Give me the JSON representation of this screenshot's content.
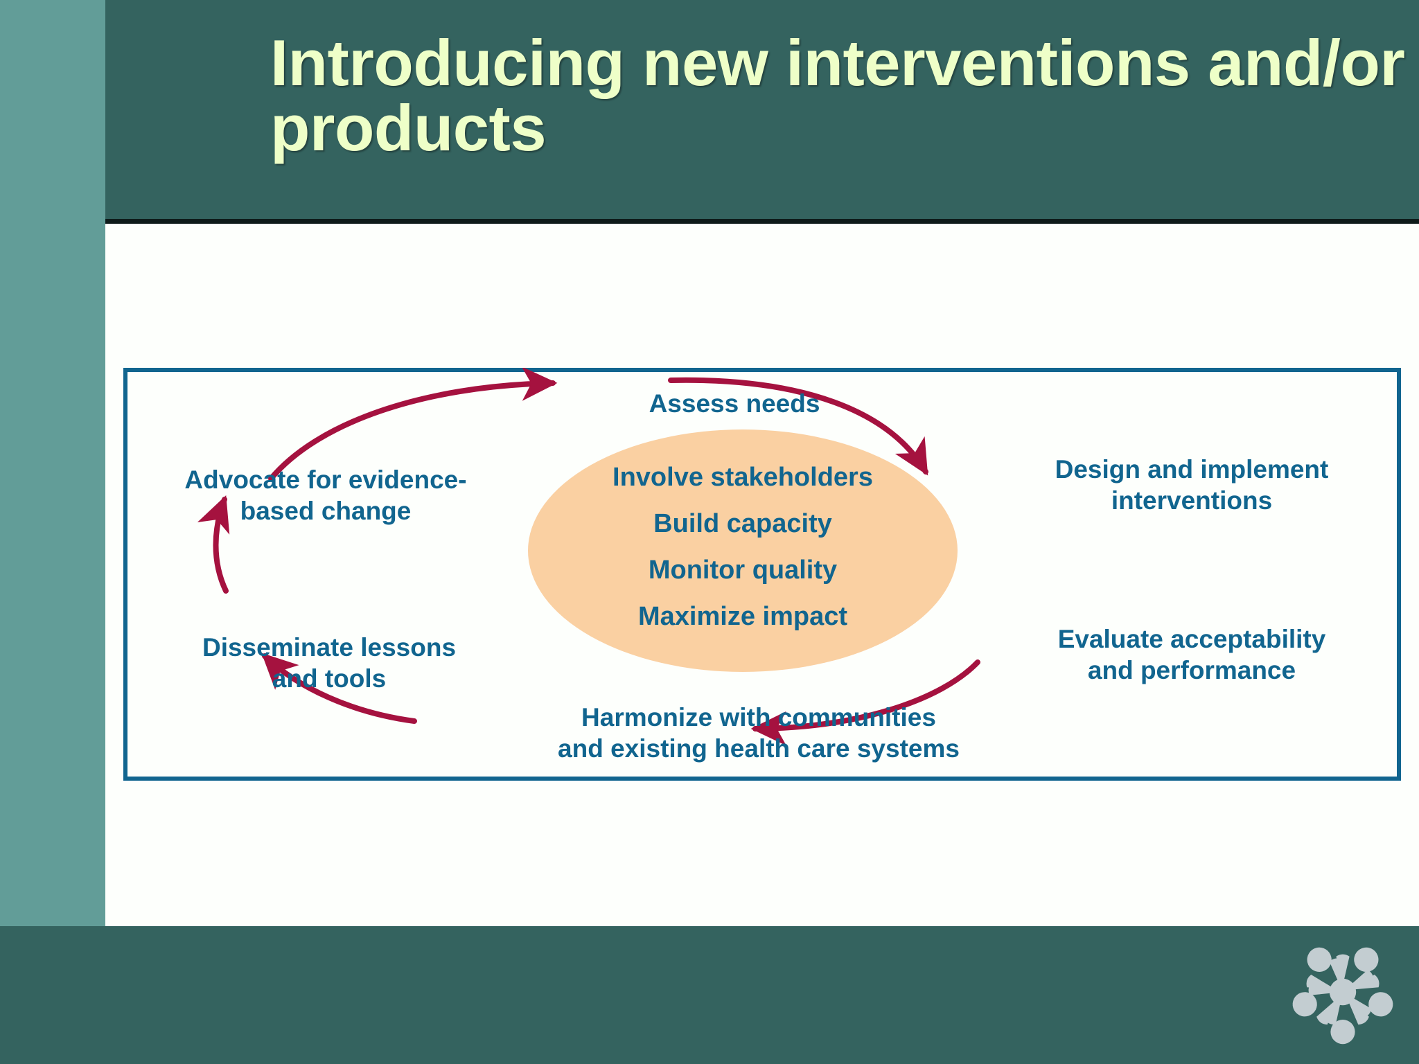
{
  "slide": {
    "title": "Introducing new interventions and/or products",
    "title_line_1": "Introducing new interventions",
    "title_line_2": "and/or products",
    "colors": {
      "title_bar": "#34635F",
      "side_band": "#629D98",
      "bottom_bar": "#34635F",
      "title_text": "#EEFFC8",
      "body_background": "#FDFFFC",
      "frame_border": "#11658F",
      "node_text": "#11658F",
      "arrow": "#A5123F",
      "ellipse_fill": "#FAD0A2",
      "logo": "#C3CDD1"
    }
  },
  "diagram": {
    "type": "cycle",
    "frame_label": "implementation-cycle",
    "cycle_nodes": [
      {
        "id": "assess-needs",
        "label": "Assess needs"
      },
      {
        "id": "design-implement",
        "label": "Design and implement\ninterventions"
      },
      {
        "id": "evaluate",
        "label": "Evaluate acceptability\nand performance"
      },
      {
        "id": "harmonize",
        "label": "Harmonize with communities\nand existing health care systems"
      },
      {
        "id": "disseminate",
        "label": "Disseminate lessons\nand tools"
      },
      {
        "id": "advocate",
        "label": "Advocate for evidence-\nbased change"
      }
    ],
    "core": {
      "shape": "ellipse",
      "items": [
        "Involve stakeholders",
        "Build capacity",
        "Monitor quality",
        "Maximize impact"
      ]
    },
    "arrows": [
      {
        "from": "advocate",
        "to": "assess-needs",
        "direction": "clockwise"
      },
      {
        "from": "assess-needs",
        "to": "design-implement",
        "direction": "clockwise"
      },
      {
        "from": "design-implement",
        "to": "evaluate",
        "direction": "clockwise"
      },
      {
        "from": "evaluate",
        "to": "harmonize",
        "direction": "clockwise"
      },
      {
        "from": "harmonize",
        "to": "disseminate",
        "direction": "clockwise"
      },
      {
        "from": "disseminate",
        "to": "advocate",
        "direction": "clockwise"
      }
    ]
  },
  "footer": {
    "logo_name": "people-circle-logo"
  }
}
